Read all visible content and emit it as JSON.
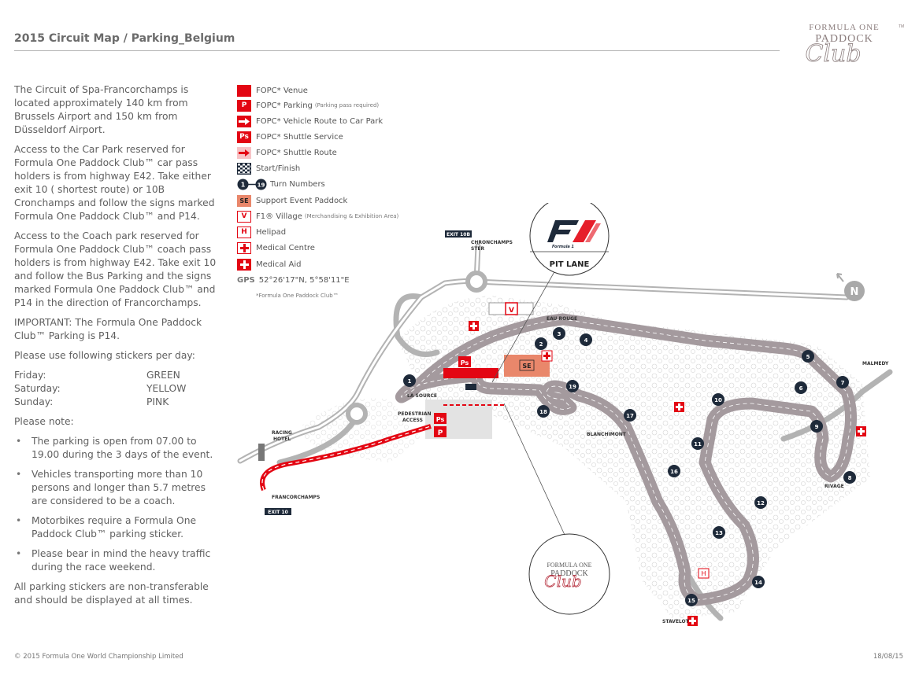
{
  "header": {
    "title": "2015 Circuit Map / Parking_Belgium",
    "logo": {
      "line1": "FORMULA ONE",
      "line2": "PADDOCK",
      "script": "Club",
      "tm": "TM"
    }
  },
  "intro": {
    "p1": "The Circuit of Spa-Francorchamps is located approximately 140 km from Brussels Airport and 150 km from Düsseldorf Airport.",
    "p2": "Access to the Car Park reserved for Formula One Paddock Club™ car pass holders is from highway E42. Take either exit 10 ( shortest route) or 10B Cronchamps and follow the signs marked Formula One Paddock Club™ and P14.",
    "p3": "Access to the Coach park reserved for Formula One Paddock Club™ coach pass holders is from highway E42. Take exit 10 and follow the Bus Parking and the signs marked Formula One Paddock Club™ and P14 in the direction of Francorchamps.",
    "p4": "IMPORTANT: The Formula One Paddock Club™ Parking is P14.",
    "p5": "Please use following stickers per day:"
  },
  "stickers": [
    {
      "day": "Friday:",
      "color": "GREEN"
    },
    {
      "day": "Saturday:",
      "color": "YELLOW"
    },
    {
      "day": "Sunday:",
      "color": "PINK"
    }
  ],
  "note_heading": "Please note:",
  "notes": [
    "The parking is open from 07.00 to 19.00 during the 3 days of the event.",
    "Vehicles transporting more than 10 persons and longer than 5.7 metres are considered to be a coach.",
    "Motorbikes require a Formula One Paddock Club™ parking sticker.",
    "Please bear in mind the heavy traffic during the race weekend."
  ],
  "closing": "All parking stickers are non-transferable and should be displayed at all times.",
  "legend": {
    "items": [
      {
        "icon": "venue",
        "label": "FOPC* Venue",
        "small": ""
      },
      {
        "icon": "P",
        "label": "FOPC* Parking",
        "small": "(Parking pass required)"
      },
      {
        "icon": "route",
        "label": "FOPC* Vehicle Route to Car Park",
        "small": ""
      },
      {
        "icon": "Ps",
        "label": "FOPC* Shuttle Service",
        "small": ""
      },
      {
        "icon": "shuttle-route",
        "label": "FOPC* Shuttle Route",
        "small": ""
      },
      {
        "icon": "flag",
        "label": "Start/Finish",
        "small": ""
      },
      {
        "icon": "turns",
        "label": "Turn Numbers",
        "small": ""
      },
      {
        "icon": "SE",
        "label": "Support Event Paddock",
        "small": ""
      },
      {
        "icon": "V",
        "label": "F1® Village",
        "small": "(Merchandising & Exhibition Area)"
      },
      {
        "icon": "H",
        "label": "Helipad",
        "small": ""
      },
      {
        "icon": "cross",
        "label": "Medical Centre",
        "small": ""
      },
      {
        "icon": "cross",
        "label": "Medical Aid",
        "small": ""
      }
    ],
    "turn_first": "1",
    "turn_last": "19",
    "gps_label": "GPS",
    "gps_value": "52°26'17\"N, 5°58'11\"E",
    "footnote": "*Formula One Paddock Club™"
  },
  "map": {
    "compass": "N",
    "exit_10b": "EXIT 10B",
    "exit_10": "EXIT 10",
    "chronchamps": [
      "CHRONCHAMPS",
      "STER"
    ],
    "francorchamps": "FRANCORCHAMPS",
    "racing_hotel": [
      "RACING",
      "HOTEL"
    ],
    "pedestrian_access": [
      "PEDESTRIAN",
      "ACCESS"
    ],
    "pit_lane": "PIT LANE",
    "f1_tagline": "Formula 1",
    "eau_rouge": "EAU ROUGE",
    "la_source": "LA SOURCE",
    "blanchimont": "BLANCHIMONT",
    "rivage": "RIVAGE",
    "malmedy": "MALMEDY",
    "stavelot": "STAVELOT",
    "turn_numbers": [
      "1",
      "2",
      "3",
      "4",
      "5",
      "6",
      "7",
      "8",
      "9",
      "10",
      "11",
      "12",
      "13",
      "14",
      "15",
      "16",
      "17",
      "18",
      "19"
    ],
    "map_ps": "Ps",
    "map_p": "P",
    "map_se": "SE",
    "map_v": "V",
    "map_h": "H",
    "club_logo": {
      "line1": "FORMULA ONE",
      "line2": "PADDOCK",
      "script": "Club"
    }
  },
  "colors": {
    "red": "#e30613",
    "track": "#a49a9e",
    "support": "#e9876b",
    "turn_badge": "#1e2a3a"
  },
  "footer": {
    "copyright": "© 2015 Formula One World Championship Limited",
    "date": "18/08/15"
  }
}
